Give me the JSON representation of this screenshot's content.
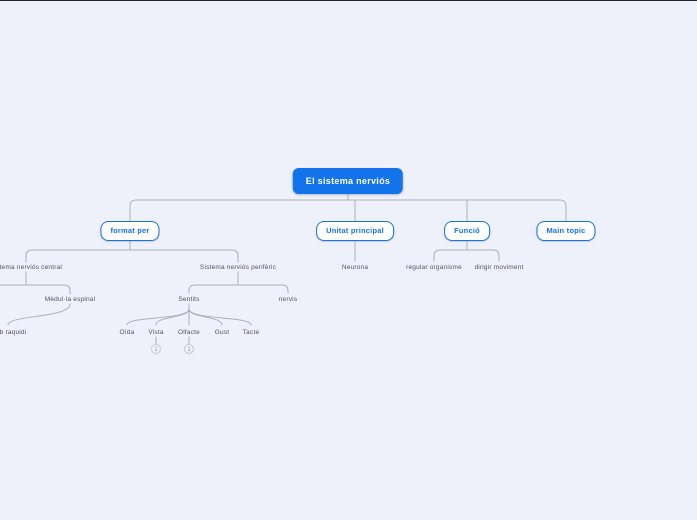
{
  "canvas": {
    "background_color": "#eef1f9",
    "top_border_color": "#24262e",
    "accent_blue": "#1273eb",
    "connector_color": "#a9b0bc",
    "label_color": "#4a5468"
  },
  "mindmap": {
    "root": {
      "label": "El sistema nerviós"
    },
    "topics": {
      "format_per": {
        "label": "format per"
      },
      "unitat_principal": {
        "label": "Unitat principal"
      },
      "funcio": {
        "label": "Funció"
      },
      "main_topic": {
        "label": "Main topic"
      }
    },
    "subtopics": {
      "sistema_nervios_central": {
        "label": "Sistema nerviós central"
      },
      "sistema_nervios_periferic": {
        "label": "Sistema nerviós perifèric"
      },
      "neurona": {
        "label": "Neurona"
      },
      "regular_organisme": {
        "label": "regular organisme"
      },
      "dirigir_moviment": {
        "label": "dirigir moviment"
      },
      "medulla_espinal": {
        "label": "Mèdul·la espinal"
      },
      "sentits": {
        "label": "Sentits"
      },
      "nervis": {
        "label": "nervis"
      },
      "bulb_raquidi": {
        "label": "Bulb raquidi"
      },
      "oida": {
        "label": "Oïda"
      },
      "vista": {
        "label": "Vista"
      },
      "olfacte": {
        "label": "Olfacte"
      },
      "gust": {
        "label": "Gust"
      },
      "tacte": {
        "label": "Tacte"
      }
    },
    "badges": {
      "vista_count": "1",
      "olfacte_count": "1"
    },
    "hierarchy": [
      {
        "parent": "El sistema nerviós",
        "children": [
          "format per",
          "Unitat principal",
          "Funció",
          "Main topic"
        ]
      },
      {
        "parent": "format per",
        "children": [
          "Sistema nerviós central",
          "Sistema nerviós perifèric"
        ]
      },
      {
        "parent": "Unitat principal",
        "children": [
          "Neurona"
        ]
      },
      {
        "parent": "Funció",
        "children": [
          "regular organisme",
          "dirigir moviment"
        ]
      },
      {
        "parent": "Sistema nerviós central",
        "children": [
          "Mèdul·la espinal"
        ]
      },
      {
        "parent": "Sistema nerviós perifèric",
        "children": [
          "Sentits",
          "nervis"
        ]
      },
      {
        "parent": "Mèdul·la espinal",
        "children": [
          "Bulb raquidi"
        ]
      },
      {
        "parent": "Sentits",
        "children": [
          "Oïda",
          "Vista",
          "Olfacte",
          "Gust",
          "Tacte"
        ]
      }
    ]
  }
}
